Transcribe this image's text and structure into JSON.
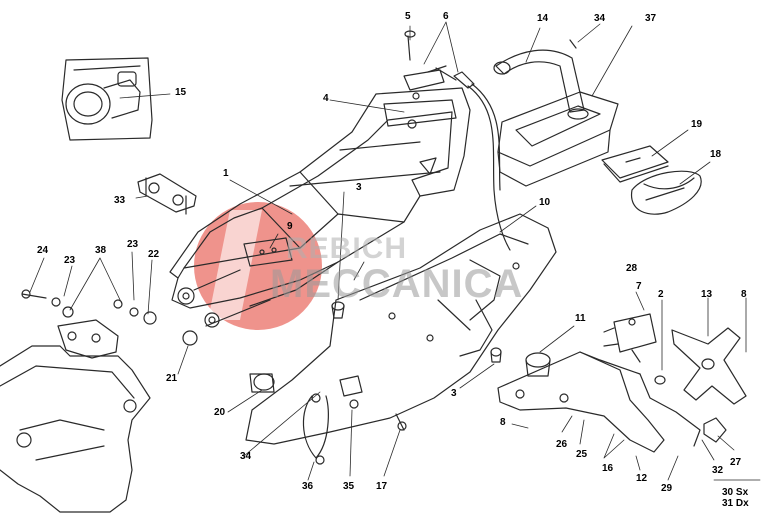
{
  "callouts": {
    "c1": "1",
    "c2": "2",
    "c3a": "3",
    "c3b": "3",
    "c4": "4",
    "c5": "5",
    "c6": "6",
    "c7": "7",
    "c8a": "8",
    "c8b": "8",
    "c9": "9",
    "c10": "10",
    "c11": "11",
    "c12": "12",
    "c13": "13",
    "c14": "14",
    "c15": "15",
    "c16": "16",
    "c17": "17",
    "c18": "18",
    "c19": "19",
    "c20": "20",
    "c21": "21",
    "c22": "22",
    "c23a": "23",
    "c23b": "23",
    "c24": "24",
    "c25": "25",
    "c26": "26",
    "c27": "27",
    "c28": "28",
    "c29": "29",
    "c30": "30 Sx",
    "c31": "31 Dx",
    "c32": "32",
    "c33": "33",
    "c34a": "34",
    "c34b": "34",
    "c35": "35",
    "c36": "36",
    "c37": "37",
    "c38": "38"
  },
  "watermark": {
    "line1": "REBICH",
    "line2": "MECCANICA"
  },
  "colors": {
    "line": "#2a2a2a",
    "watermark_red": "#e23b2e",
    "watermark_gray": "#9a9a9a"
  }
}
